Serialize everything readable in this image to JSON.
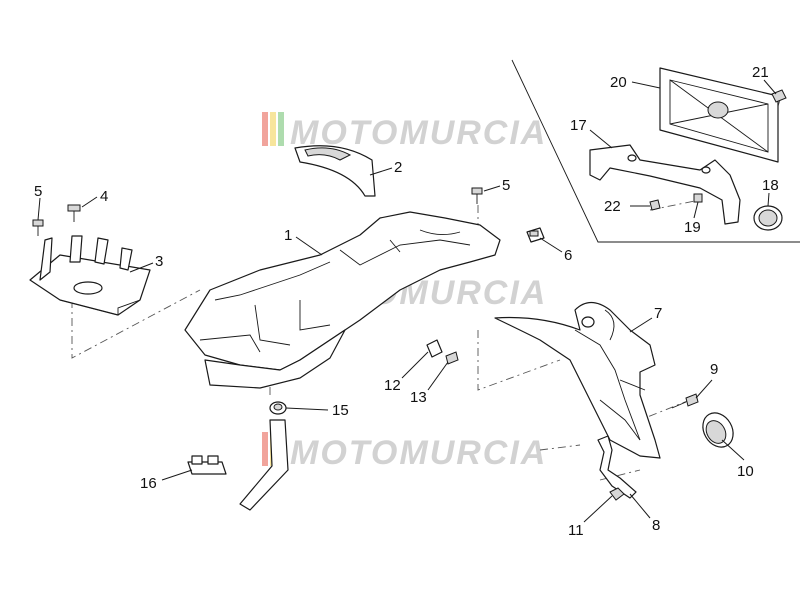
{
  "watermark": {
    "text": "MOTOMURCIA",
    "stripe_colors": [
      "#e65a4a",
      "#f0d04a",
      "#6cc06c"
    ],
    "text_color": "#d2d2d2"
  },
  "callouts": {
    "c1": "1",
    "c2": "2",
    "c3": "3",
    "c4": "4",
    "c5a": "5",
    "c5b": "5",
    "c6": "6",
    "c7": "7",
    "c8": "8",
    "c9": "9",
    "c10": "10",
    "c11": "11",
    "c12": "12",
    "c13": "13",
    "c15": "15",
    "c16": "16",
    "c17": "17",
    "c18": "18",
    "c19": "19",
    "c20": "20",
    "c21": "21",
    "c22": "22"
  }
}
